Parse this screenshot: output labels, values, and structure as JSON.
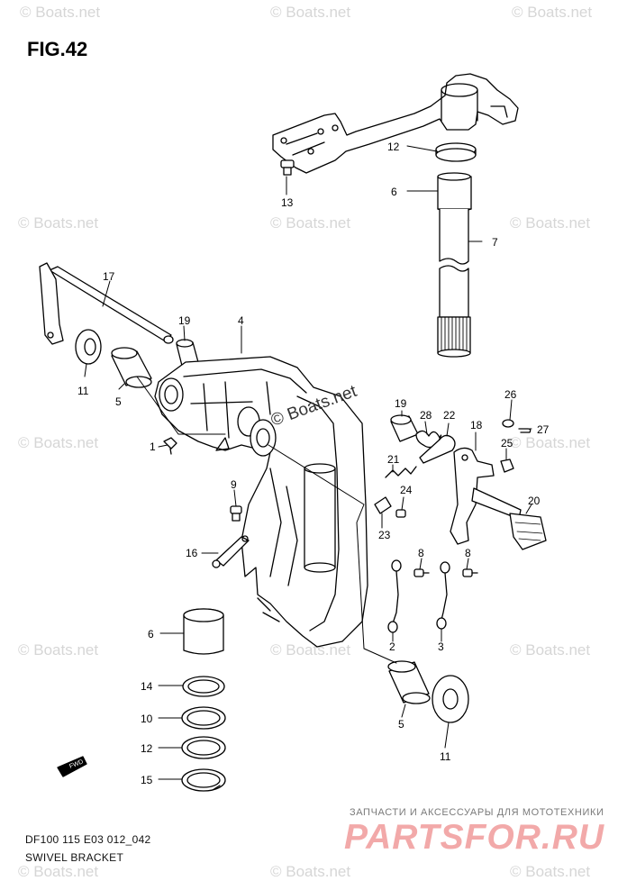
{
  "figure": {
    "title": "FIG.42"
  },
  "footer": {
    "code": "DF100 115 E03 012_042",
    "name": "SWIVEL BRACKET"
  },
  "direction_marker": {
    "label": "FWD"
  },
  "watermark": {
    "text": "© Boats.net"
  },
  "shop": {
    "slogan": "ЗАПЧАСТИ И АКСЕССУАРЫ ДЛЯ МОТОТЕХНИКИ",
    "logo": "PARTSFOR.RU",
    "logo_color": "#f2a9a9"
  },
  "callouts": {
    "c1": "1",
    "c2": "2",
    "c3": "3",
    "c4": "4",
    "c5a": "5",
    "c5b": "5",
    "c6a": "6",
    "c6b": "6",
    "c7": "7",
    "c8a": "8",
    "c8b": "8",
    "c9": "9",
    "c10": "10",
    "c11a": "11",
    "c11b": "11",
    "c12a": "12",
    "c12b": "12",
    "c13": "13",
    "c14": "14",
    "c15": "15",
    "c16": "16",
    "c17": "17",
    "c18": "18",
    "c19a": "19",
    "c19b": "19",
    "c20": "20",
    "c21": "21",
    "c22": "22",
    "c23": "23",
    "c24": "24",
    "c25": "25",
    "c26": "26",
    "c27": "27",
    "c28": "28"
  }
}
